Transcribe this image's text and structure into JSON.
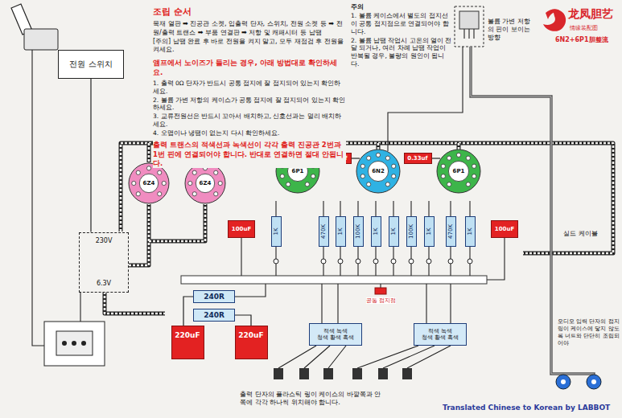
{
  "diagram": {
    "title": "조립 순서",
    "nodes": [
      {
        "text": [
          "전원 스위치"
        ]
      },
      {
        "text": [
          "6Z4"
        ]
      },
      {
        "text": [
          "6Z4"
        ]
      },
      {
        "text": [
          "6P1"
        ]
      },
      {
        "text": [
          "6N2"
        ]
      },
      {
        "text": [
          "6P1"
        ]
      },
      {
        "text": [
          "0.33uf"
        ]
      },
      {
        "text": [
          "0.33uf"
        ]
      },
      {
        "text": [
          "100uF"
        ]
      },
      {
        "text": [
          "1K"
        ]
      },
      {
        "text": [
          "470K"
        ]
      },
      {
        "text": [
          "1K"
        ]
      },
      {
        "text": [
          "100K"
        ]
      },
      {
        "text": [
          "1K"
        ]
      },
      {
        "text": [
          "1K"
        ]
      },
      {
        "text": [
          "100K"
        ]
      },
      {
        "text": [
          "1K"
        ]
      },
      {
        "text": [
          "470K"
        ]
      },
      {
        "text": [
          "1K"
        ]
      },
      {
        "text": [
          "100uF"
        ]
      },
      {
        "text": [
          "230V",
          "6.3V"
        ]
      },
      {
        "text": [
          "240R"
        ]
      },
      {
        "text": [
          "240R"
        ]
      },
      {
        "text": [
          "220uF"
        ]
      },
      {
        "text": [
          "220uF"
        ]
      },
      {
        "text": [
          "적색 녹색",
          "청색 황색 흑색"
        ]
      },
      {
        "text": [
          "적색 녹색",
          "청색 황색 흑색"
        ]
      }
    ],
    "edges": [
      {
        "from": 0,
        "to": 20,
        "arrow": "none"
      },
      {
        "from": 21,
        "to": 23,
        "arrow": "none"
      },
      {
        "from": 22,
        "to": 24,
        "arrow": "none"
      },
      {
        "from": 6,
        "to": 4,
        "arrow": "none"
      },
      {
        "from": 7,
        "to": 5,
        "arrow": "none"
      }
    ],
    "labels": [
      "목재 열판 ➡ 진공관 소켓, 입출력 단자, 스위치, 전원 소켓 등 ➡ 전원/출력 트랜스 ➡ 부품 연결판 ➡ 저항 및 캐패시터 등 납땜",
      "[주의] 납땜 완료 후 바로 전원을 켜지 말고, 모두 재점검 후 전원을 켜세요.",
      "앰프에서 노이즈가 들리는 경우, 아래 방법대로 확인하세요.",
      "1. 출력 0Ω 단자가 반드시 공통 접지에 잘 접지되어 있는지 확인하세요.",
      "2. 볼륨 가변 저항의 케이스가 공통 접지에 잘 접지되어 있는지 확인하세요.",
      "3. 교류전원선은 반드시 꼬아서 배치하고, 신호선과는 멀리 배치하세요.",
      "4. 오맵이나 냉땜이 없는지 다시 확인하세요.",
      "출력 트랜스의 적색선과 녹색선이 각각 출력 진공관 2번과 1번 핀에 연결되어야 합니다. 반대로 연결하면 절대 안됩니다.",
      "주의",
      "1. 볼륨 케이스에서 별도의 접지선이 공통 접지점으로 연결되어야 합니다.",
      "2. 볼륨 납땜 작업시 고온의 열이 전달 되거나, 여러 차례 납땜 작업이 반복될 경우, 불량의 원인이 됩니다.",
      "볼륨 가변 저항의 핀이 보이는 방향",
      "龙凤胆艺",
      "情缘装配图",
      "6N2+6P1胆整流",
      "실드 케이블",
      "오디오 입력 단자의 접지링이 케이스에 닿지 않도록 너트와 단단히 조립되어야",
      "공통 접지점",
      "출력 단자의 플라스틱 링이 케이스의 바깥쪽과 안쪽에 각각 하나씩 위치해야 합니다.",
      "Translated Chinese to Korean by LABBOT"
    ]
  }
}
